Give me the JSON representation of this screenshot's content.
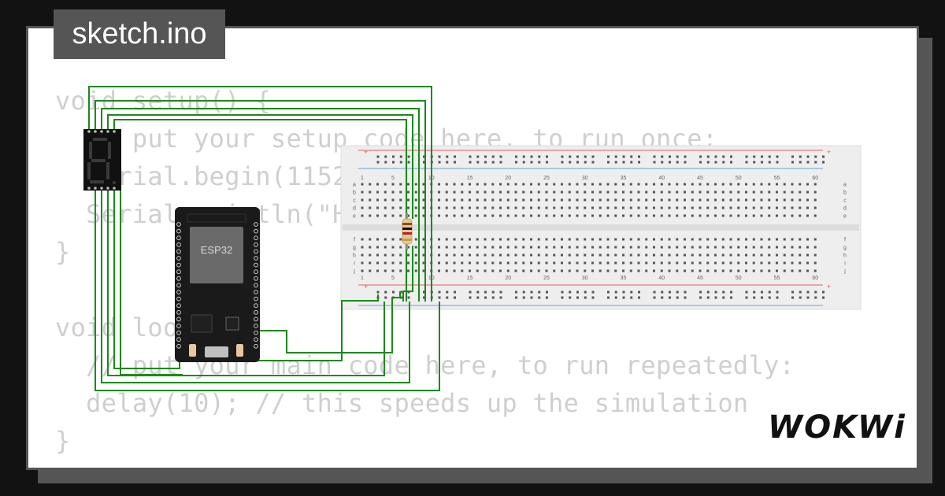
{
  "title": "sketch.ino",
  "code": [
    "void setup() {",
    "  // put your setup code here, to run once:",
    "  Serial.begin(115200);",
    "  Serial.println(\"Hello, ESP32!\");",
    "}",
    "",
    "void loop() {",
    "  // put your main code here, to run repeatedly:",
    "  delay(10); // this speeds up the simulation",
    "}"
  ],
  "esp32_label": "ESP32",
  "logo": "WOKWi",
  "breadboard": {
    "column_numbers": [
      "1",
      "5",
      "10",
      "15",
      "20",
      "25",
      "30",
      "35",
      "40",
      "45",
      "50",
      "55",
      "60"
    ],
    "row_letters_top": [
      "a",
      "b",
      "c",
      "d",
      "e"
    ],
    "row_letters_bottom": [
      "f",
      "g",
      "h",
      "i",
      "j"
    ]
  },
  "colors": {
    "wire": "#1a8a1a",
    "background": "#121212",
    "card": "#ffffff",
    "title_bg": "#555555",
    "breadboard": "#eeeeee",
    "rail_red": "#e06060",
    "rail_blue": "#6aa0d8"
  }
}
